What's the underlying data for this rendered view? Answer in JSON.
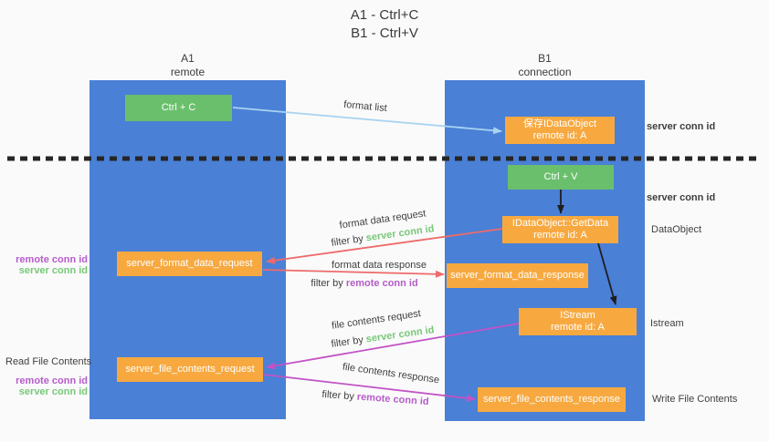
{
  "title": {
    "line1": "A1 - Ctrl+C",
    "line2": "B1 - Ctrl+V"
  },
  "lifelines": {
    "left": {
      "header_line1": "A1",
      "header_line2": "remote"
    },
    "right": {
      "header_line1": "B1",
      "header_line2": "connection"
    }
  },
  "nodes": {
    "ctrl_c": "Ctrl + C",
    "ctrl_v": "Ctrl + V",
    "save_dataobject": [
      "保存IDataObject",
      "remote id: A"
    ],
    "getdata": [
      "IDataObject::GetData",
      "remote id: A"
    ],
    "istream": [
      "IStream",
      "remote id: A"
    ],
    "format_request": "server_format_data_request",
    "format_response": "server_format_data_response",
    "file_request": "server_file_contents_request",
    "file_response": "server_file_contents_response"
  },
  "edge_labels": {
    "format_list": "format list",
    "format_data_request": "format data request",
    "format_data_response": "format data response",
    "file_contents_request": "file contents request",
    "file_contents_response": "file contents response",
    "filter_prefix": "filter by",
    "server_conn_id": "server conn id",
    "remote_conn_id": "remote conn id"
  },
  "annotations": {
    "server_conn_id_right_top": "server conn id",
    "server_conn_id_right_mid": "server conn id",
    "dataobject": "DataObject",
    "istream": "Istream",
    "read_file_contents": "Read File Contents",
    "write_file_contents": "Write File Contents",
    "remote_conn_id_left_top": "remote conn id",
    "server_conn_id_left_top": "server conn id",
    "remote_conn_id_left_bottom": "remote conn id",
    "server_conn_id_left_bottom": "server conn id"
  },
  "colors": {
    "column_blue": "#4a80d6",
    "box_orange": "#f7a940",
    "box_green": "#6abf6c",
    "green_text": "#77c877",
    "purple_text": "#b55cc9",
    "red_arrow": "#ef6a6a",
    "magenta_arrow": "#c253c6",
    "lightblue_arrow": "#a8d3f0"
  }
}
